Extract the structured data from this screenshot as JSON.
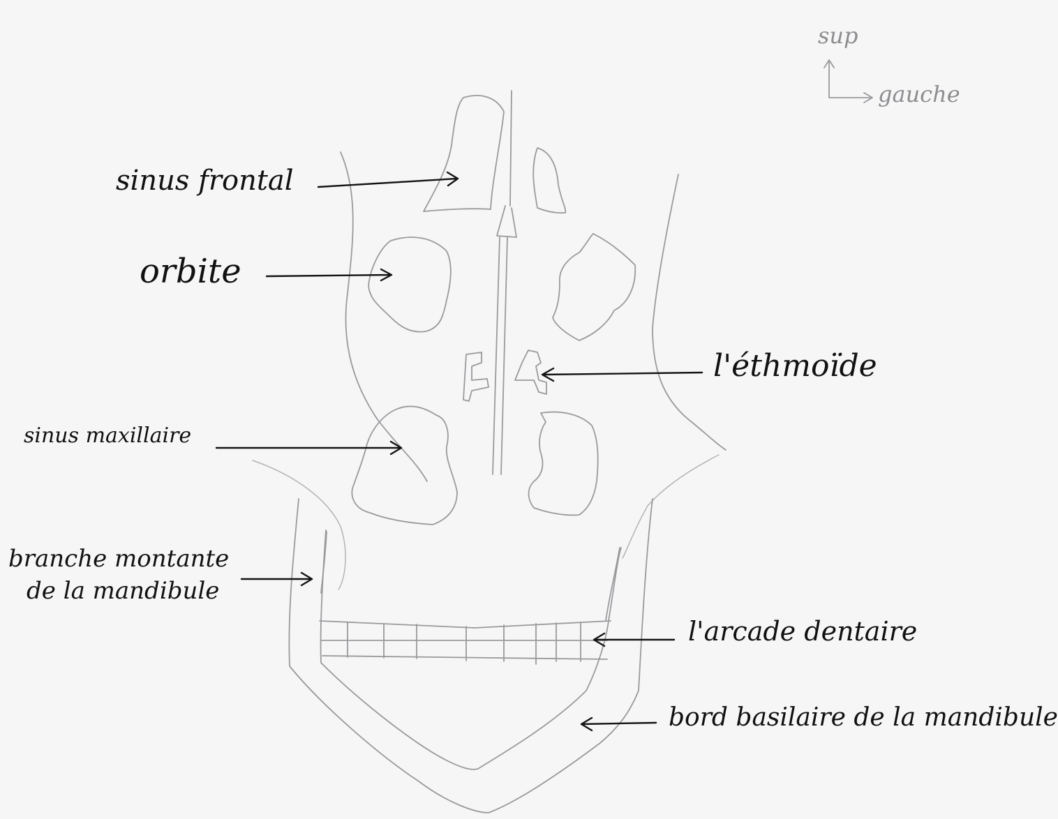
{
  "labels": {
    "sinus_frontal": "sinus frontal",
    "orbite": "orbite",
    "ethmoide": "l'éthmoïde",
    "sinus_maxillaire": "sinus maxillaire",
    "branche_line1": "branche montante",
    "branche_line2": "de la mandibule",
    "arcade_dentaire": "l'arcade dentaire",
    "bord_basilaire": "bord basilaire de la mandibule"
  },
  "orientation": {
    "up": "sup",
    "right": "gauche"
  },
  "colors": {
    "pencil": "#9a9a9d",
    "ink": "#141414",
    "paper": "#f6f6f7"
  }
}
